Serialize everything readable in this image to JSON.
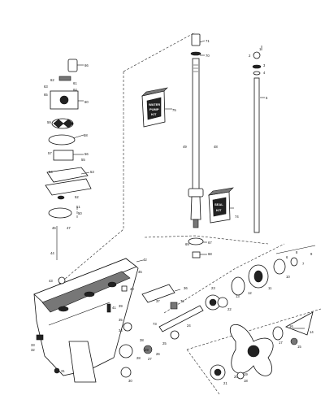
{
  "kits": {
    "water_pump_kit": [
      "WATER",
      "PUMP",
      "KIT"
    ],
    "seal_kit": [
      "SEAL",
      "KIT"
    ]
  },
  "callouts": {
    "c1": "1",
    "c2": "2",
    "c3": "3",
    "c4": "4",
    "c5": "5",
    "c6": "6",
    "c7": "7",
    "c8": "8",
    "c9": "9",
    "c10": "10",
    "c11": "11",
    "c12": "12",
    "c13": "13",
    "c14": "14",
    "c15": "15",
    "c16": "16",
    "c17": "17",
    "c18": "18",
    "c19": "19",
    "c20": "20",
    "c21": "21",
    "c22": "22",
    "c23": "23",
    "c24": "24",
    "c25": "25",
    "c26": "26",
    "c27": "27",
    "c28": "28",
    "c29": "29",
    "c30": "30",
    "c31": "31",
    "c32": "32",
    "c33": "33",
    "c34": "34",
    "c35": "35",
    "c36": "36",
    "c37": "37",
    "c38": "38",
    "c39": "39",
    "c40": "40",
    "c41": "41",
    "c42": "42",
    "c43": "43",
    "c44": "44",
    "c45": "45",
    "c46": "46",
    "c47": "47",
    "c48": "48",
    "c49": "49",
    "c50": "50",
    "c51": "51",
    "c52": "52",
    "c53": "53",
    "c54": "54",
    "c55": "55",
    "c56": "56",
    "c57": "57",
    "c58": "58",
    "c59": "59",
    "c60": "60",
    "c61": "61",
    "c62": "62",
    "c63": "63",
    "c64": "64",
    "c65": "65",
    "c66": "66",
    "c67": "67",
    "c68": "68",
    "c69": "69",
    "c70": "70",
    "c71": "71",
    "c72": "72",
    "c73": "73",
    "c74": "74",
    "c75": "75"
  }
}
